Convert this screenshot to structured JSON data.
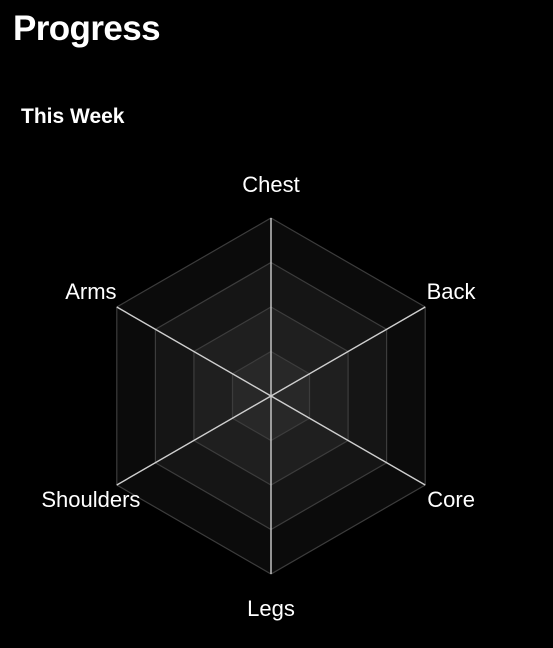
{
  "header": {
    "title": "Progress"
  },
  "section": {
    "title": "This Week"
  },
  "colors": {
    "background": "#000000",
    "text": "#ffffff",
    "axis": "#cfcfcf",
    "grid": "#3c3c3c",
    "web_fill": "#ffffff"
  },
  "chart_data": {
    "type": "radar",
    "axes": [
      "Chest",
      "Back",
      "Core",
      "Legs",
      "Shoulders",
      "Arms"
    ],
    "grid_levels": 4,
    "series": []
  }
}
